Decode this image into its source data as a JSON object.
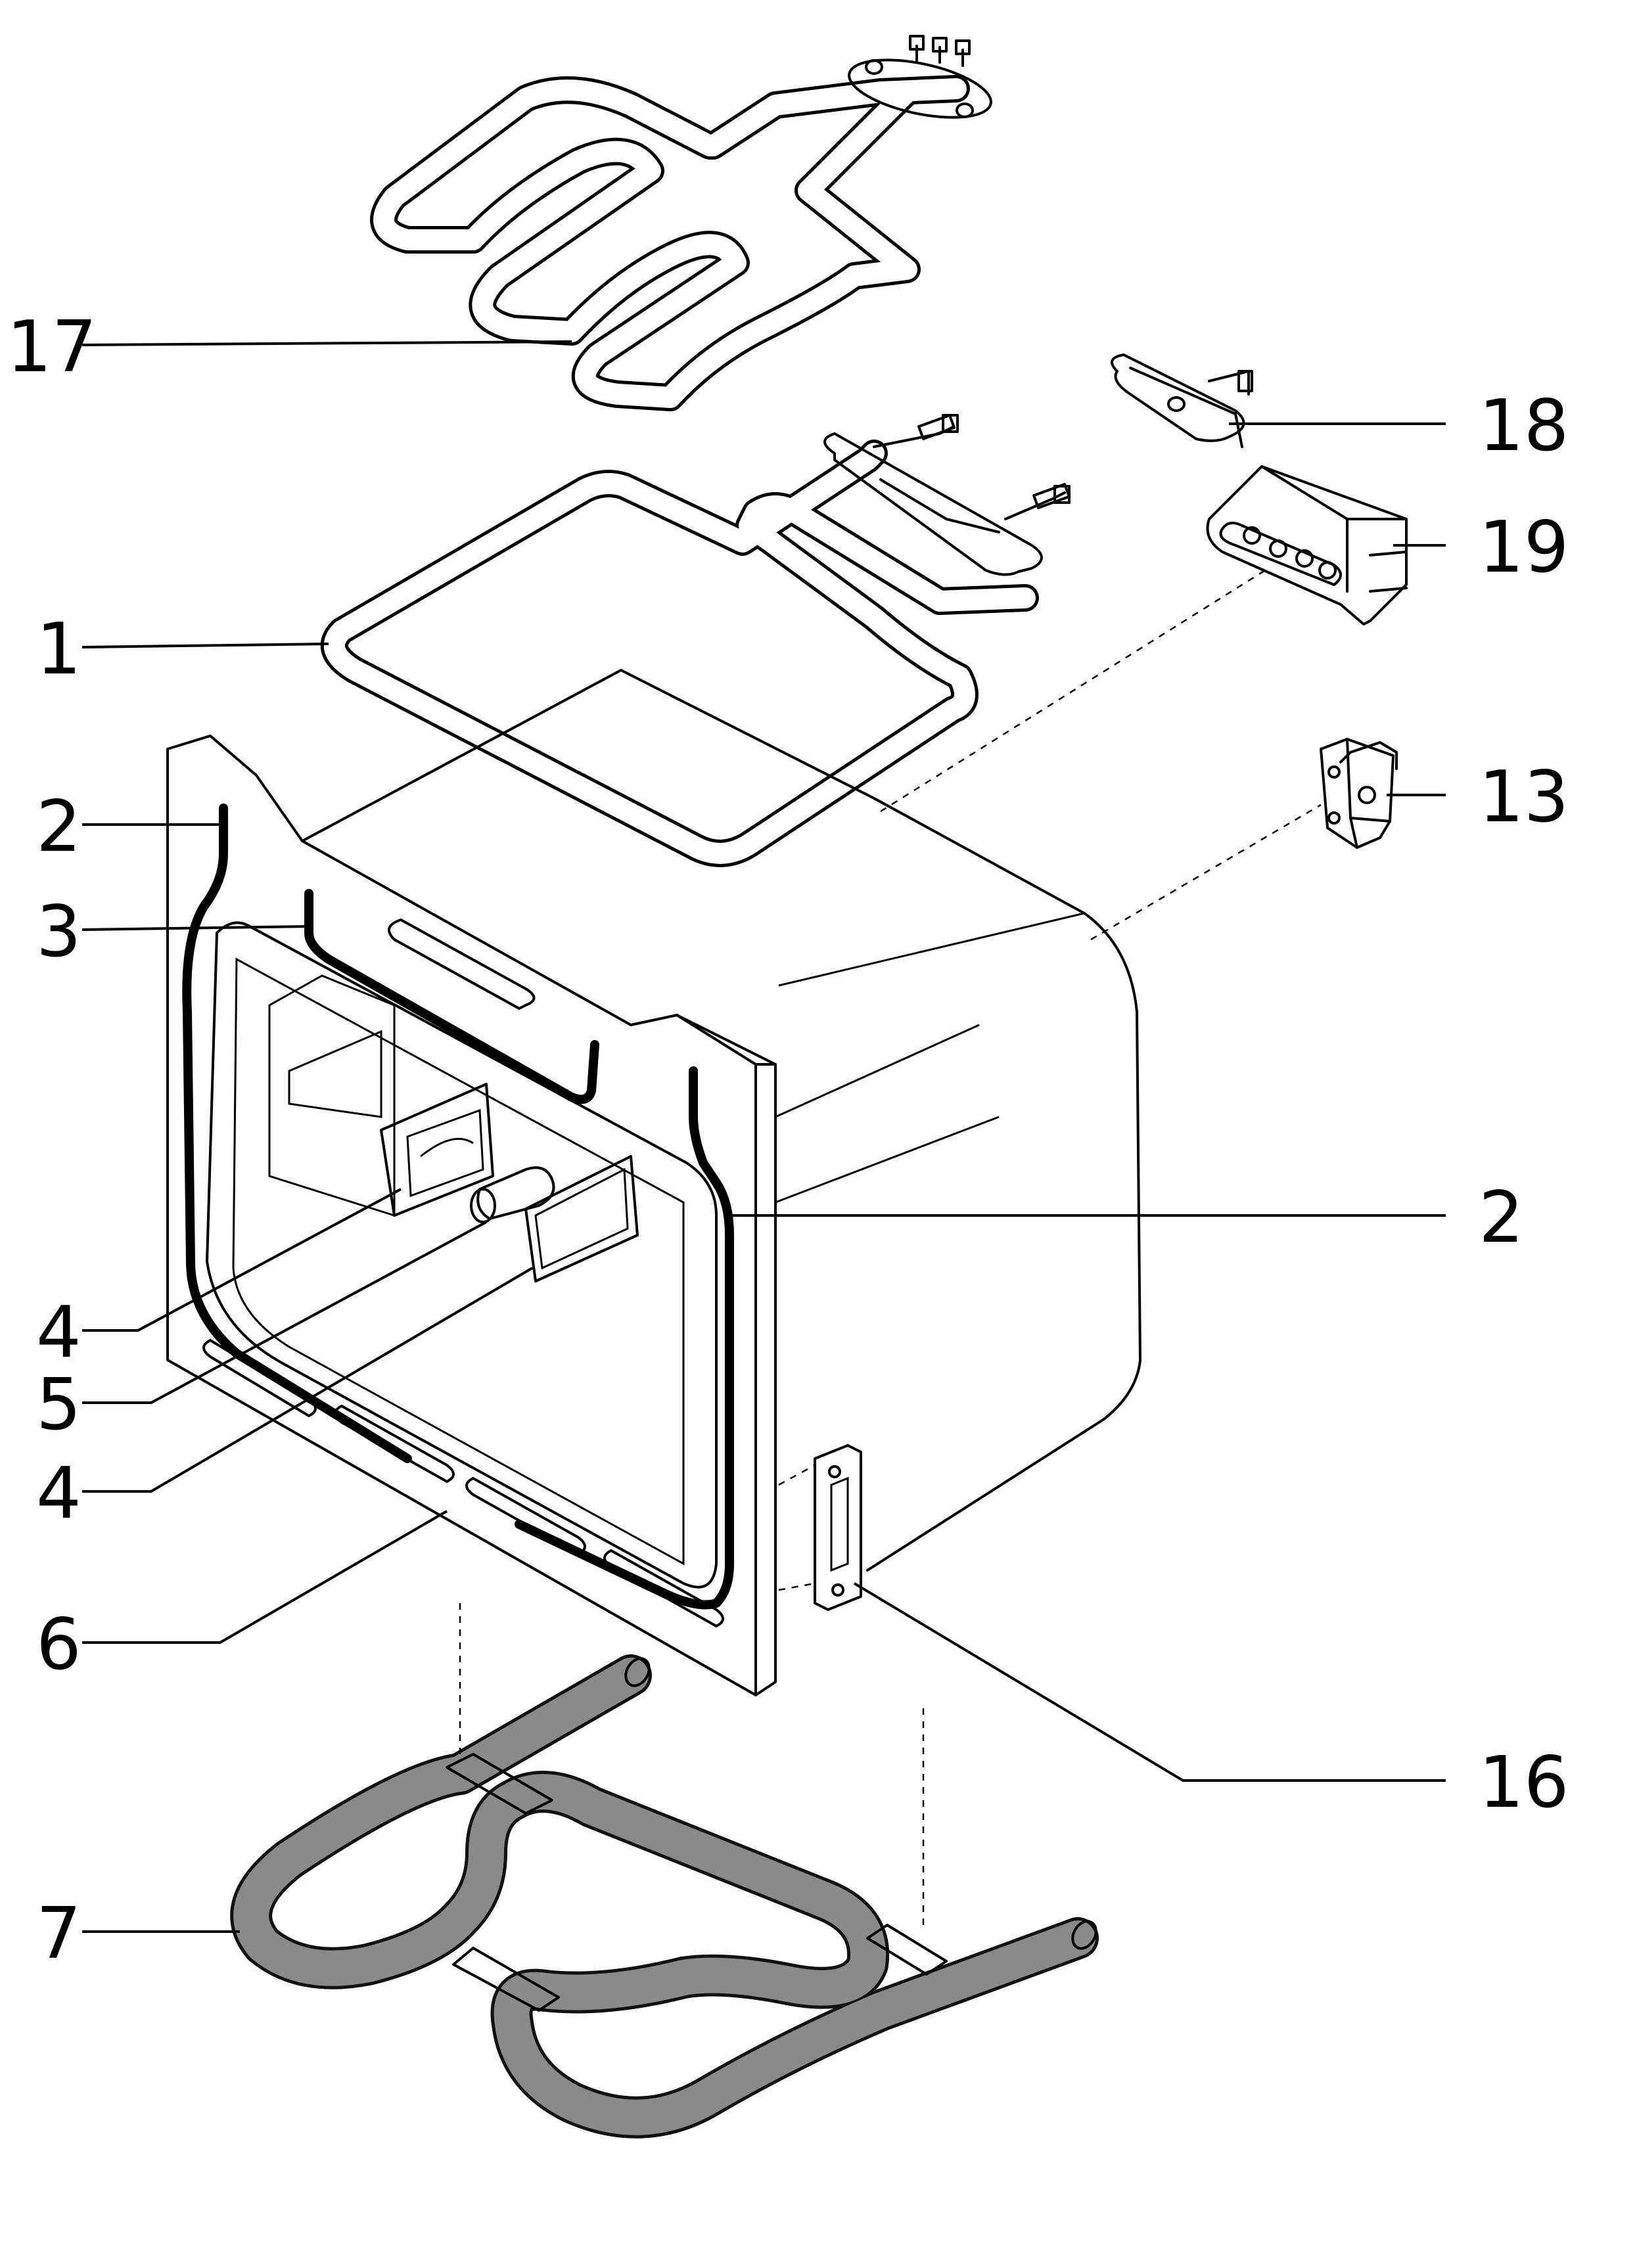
{
  "diagram": {
    "type": "exploded parts view",
    "labels": {
      "l17": "17",
      "l18": "18",
      "l19": "19",
      "l1": "1",
      "l2a": "2",
      "l3": "3",
      "l13": "13",
      "l2b": "2",
      "l4a": "4",
      "l5": "5",
      "l4b": "4",
      "l6": "6",
      "l16": "16",
      "l7": "7"
    }
  }
}
